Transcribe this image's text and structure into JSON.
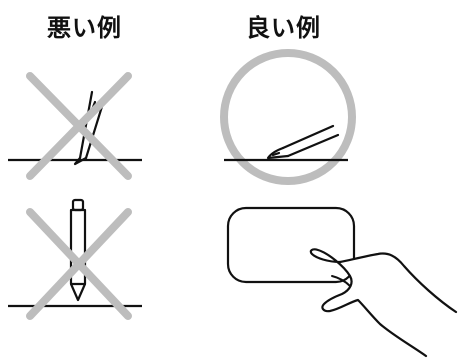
{
  "labels": {
    "bad": "悪い例",
    "good": "良い例"
  },
  "panels": [
    {
      "name": "bad-example-tilted-pen",
      "verdict": "bad",
      "mark": "cross-mark-icon"
    },
    {
      "name": "good-example-pen-laid-flat",
      "verdict": "good",
      "mark": "circle-mark-icon"
    },
    {
      "name": "bad-example-vertical-pen",
      "verdict": "bad",
      "mark": "cross-mark-icon"
    },
    {
      "name": "good-example-finger-touch",
      "verdict": "good",
      "mark": "none"
    }
  ],
  "colors": {
    "mark_gray": "#bdbdbd",
    "line_black": "#111111",
    "background": "#ffffff"
  }
}
